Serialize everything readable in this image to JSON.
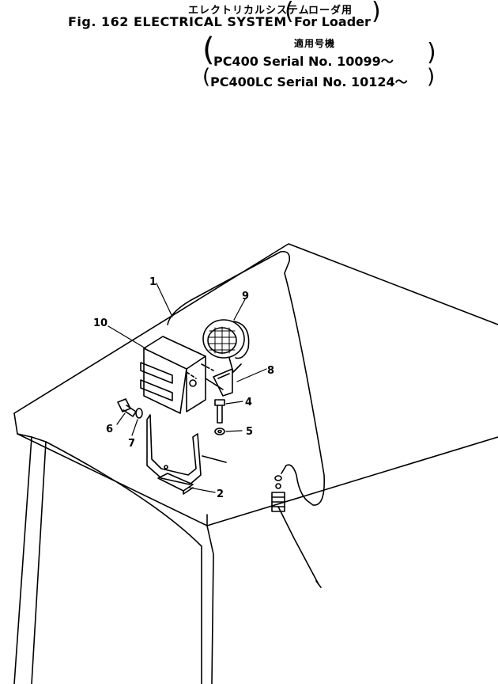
{
  "header": {
    "jp_title": "エレクトリカルシステム",
    "jp_loader": "ローダ用",
    "fig_title": "Fig. 162  ELECTRICAL SYSTEM",
    "for_loader": "For Loader",
    "jp_serial_header": "適用号機",
    "serial_line_1": "PC400    Serial No. 10099～",
    "serial_line_2": "PC400LC Serial No. 10124～"
  },
  "callouts": [
    "1",
    "2",
    "4",
    "5",
    "6",
    "7",
    "8",
    "9",
    "10"
  ],
  "icons": [
    "work-lamp-icon",
    "bracket-icon",
    "bolt-icon",
    "washer-icon"
  ]
}
